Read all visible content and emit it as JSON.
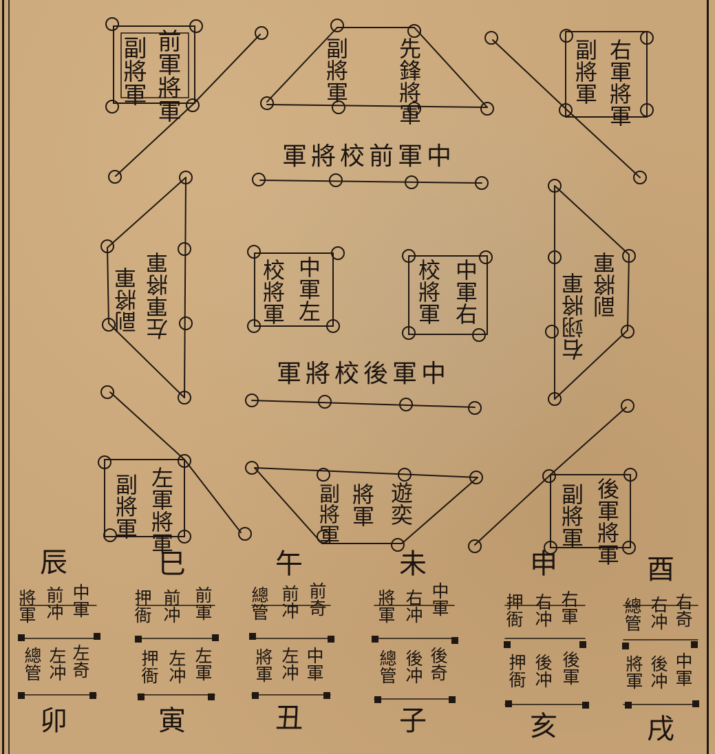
{
  "colors": {
    "paper": "#c9a679",
    "ink": "#1b1410"
  },
  "units": {
    "front_left": [
      "副將軍",
      "前軍將軍"
    ],
    "front_mid": [
      "副將軍",
      "先鋒將軍"
    ],
    "front_right": [
      "右軍將軍",
      "副將軍"
    ],
    "left_side": [
      "左軍將軍",
      "副將軍"
    ],
    "right_side": [
      "副將軍",
      "右翊將軍"
    ],
    "center_left": [
      "校將軍",
      "中軍左"
    ],
    "center_right": [
      "校將軍",
      "中軍右"
    ],
    "rear_left": [
      "副將軍",
      "左軍將軍"
    ],
    "rear_mid": [
      "副將軍",
      "將軍",
      "遊奕"
    ],
    "rear_right": [
      "副將軍",
      "後軍將軍"
    ]
  },
  "center_labels": {
    "front": "中軍前校將軍",
    "rear": "中軍後校將軍"
  },
  "branches_top": [
    "辰",
    "巳",
    "午",
    "未",
    "申",
    "酉"
  ],
  "branches_bottom": [
    "卯",
    "寅",
    "丑",
    "子",
    "亥",
    "戌"
  ],
  "posts": [
    {
      "upper": [
        "將軍",
        "前冲",
        "中軍"
      ],
      "lower": [
        "總管",
        "左冲",
        "左奇"
      ]
    },
    {
      "upper": [
        "押衙",
        "前冲",
        "前軍"
      ],
      "lower": [
        "押衙",
        "左冲",
        "左軍"
      ]
    },
    {
      "upper": [
        "總管",
        "前冲",
        "前奇"
      ],
      "lower": [
        "將軍",
        "左冲",
        "中軍"
      ]
    },
    {
      "upper": [
        "將軍",
        "右冲",
        "中軍"
      ],
      "lower": [
        "總管",
        "後冲",
        "後奇"
      ]
    },
    {
      "upper": [
        "押衙",
        "右冲",
        "右軍"
      ],
      "lower": [
        "押衙",
        "後冲",
        "後軍"
      ]
    },
    {
      "upper": [
        "總管",
        "右冲",
        "右奇"
      ],
      "lower": [
        "將軍",
        "後冲",
        "中軍"
      ]
    }
  ]
}
